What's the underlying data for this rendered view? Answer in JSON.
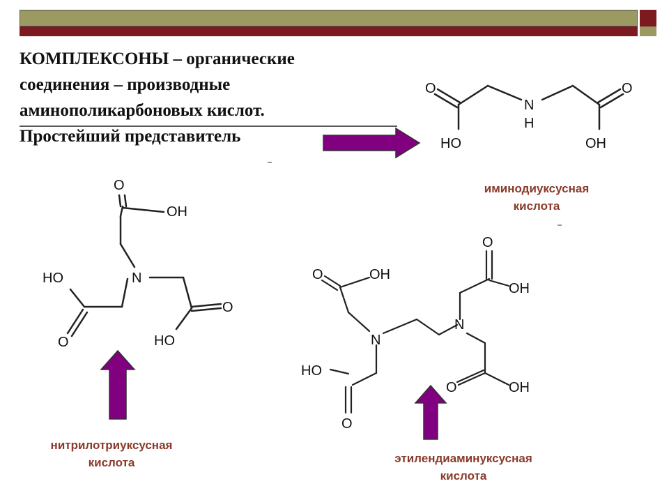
{
  "slide": {
    "title_lines": [
      "КОМПЛЕКСОНЫ – органические",
      "соединения – производные",
      "аминополикарбоновых кислот.",
      "Простейший представитель"
    ],
    "colors": {
      "header_olive": "#9b9a63",
      "header_maroon": "#7c1a1f",
      "arrow": "#800080",
      "label_text": "#8a3a2a"
    }
  },
  "molecules": {
    "ida": {
      "label_line1": "иминодиуксусная",
      "label_line2": "кислота",
      "atoms": {
        "o": "O",
        "n": "N",
        "h": "H",
        "oh": "HO",
        "oh2": "OH"
      }
    },
    "nta": {
      "label_line1": "нитрилотриуксусная",
      "label_line2": "кислота",
      "atoms": {
        "o": "O",
        "n": "N",
        "oh": "OH",
        "ho": "HO"
      }
    },
    "edta": {
      "label_line1": "этилендиаминуксусная",
      "label_line2": "кислота",
      "atoms": {
        "o": "O",
        "n": "N",
        "oh": "OH",
        "ho": "HO"
      }
    }
  }
}
